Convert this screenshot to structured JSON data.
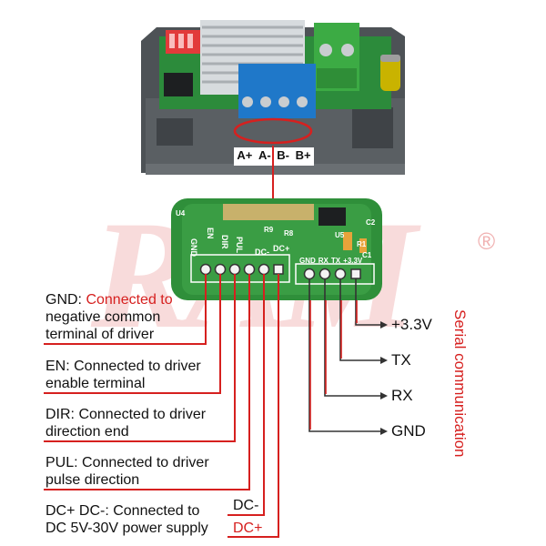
{
  "watermark": {
    "text": "RAM",
    "registered_mark": "®",
    "color": "#f2b7b7"
  },
  "module_top": {
    "terminal_labels": [
      "A+",
      "A-",
      "B-",
      "B+"
    ]
  },
  "pcb": {
    "silk_left": [
      "GND",
      "EN",
      "DIR",
      "PUL",
      "DC-",
      "DC+"
    ],
    "silk_right": [
      "GND",
      "RX",
      "TX",
      "+3.3V"
    ],
    "silk_misc": [
      "U4",
      "R9",
      "R8",
      "U5",
      "R1",
      "C1",
      "C2"
    ]
  },
  "left_descriptions": [
    {
      "key": "GND:",
      "desc": " Connected to",
      "rest": [
        "negative common",
        "terminal of driver"
      ]
    },
    {
      "key": "EN:",
      "desc": " Connected to driver",
      "rest": [
        "enable terminal"
      ]
    },
    {
      "key": "DIR:",
      "desc": " Connected to driver",
      "rest": [
        "direction end"
      ]
    },
    {
      "key": "PUL:",
      "desc": " Connected to driver",
      "rest": [
        "pulse direction"
      ]
    },
    {
      "key": "DC+ DC-:",
      "desc": " Connected to",
      "rest": [
        "DC 5V-30V power supply"
      ]
    }
  ],
  "dc_labels": {
    "minus": "DC-",
    "plus": "DC+"
  },
  "serial_labels": [
    "+3.3V",
    "TX",
    "RX",
    "GND"
  ],
  "serial_title": "Serial communication",
  "colors": {
    "accent_red": "#d6201f",
    "pcb_green": "#2f8f3a",
    "housing_gray": "#555a5e"
  }
}
